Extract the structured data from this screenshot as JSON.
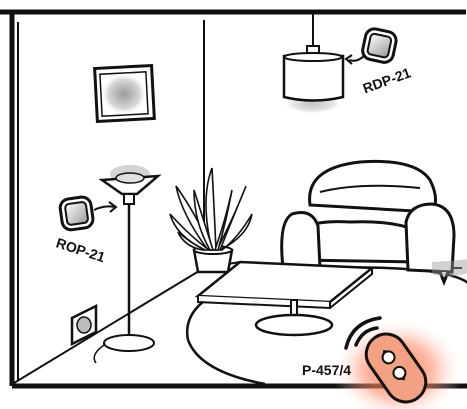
{
  "labels": {
    "rdp": "RDP-21",
    "rop": "ROP-21",
    "remote": "P-457/4"
  },
  "colors": {
    "ink": "#111111",
    "glow": "#ff6a3d",
    "remote_body": "#f2a283",
    "lamp_glow": "#bfbfbf"
  },
  "icons": {
    "receiver": "receiver-module-icon",
    "signal": "signal-waves-icon",
    "arrow": "arrow-icon"
  }
}
